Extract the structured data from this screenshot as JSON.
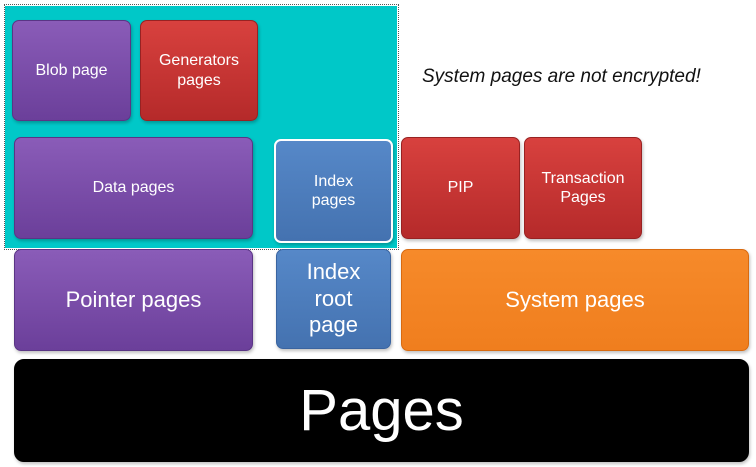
{
  "note": "System pages are not encrypted!",
  "boxes": {
    "blob": "Blob page",
    "generators": "Generators pages",
    "data": "Data pages",
    "index": "Index pages",
    "pip": "PIP",
    "transaction": "Transaction Pages",
    "pointer": "Pointer pages",
    "index_root": "Index root page",
    "system": "System pages",
    "pages": "Pages"
  },
  "colors": {
    "encrypted_region": "#00c8c8",
    "purple": "#7a4eab",
    "red": "#c63535",
    "blue": "#4f7fc0",
    "orange": "#f58426",
    "black": "#000000"
  }
}
